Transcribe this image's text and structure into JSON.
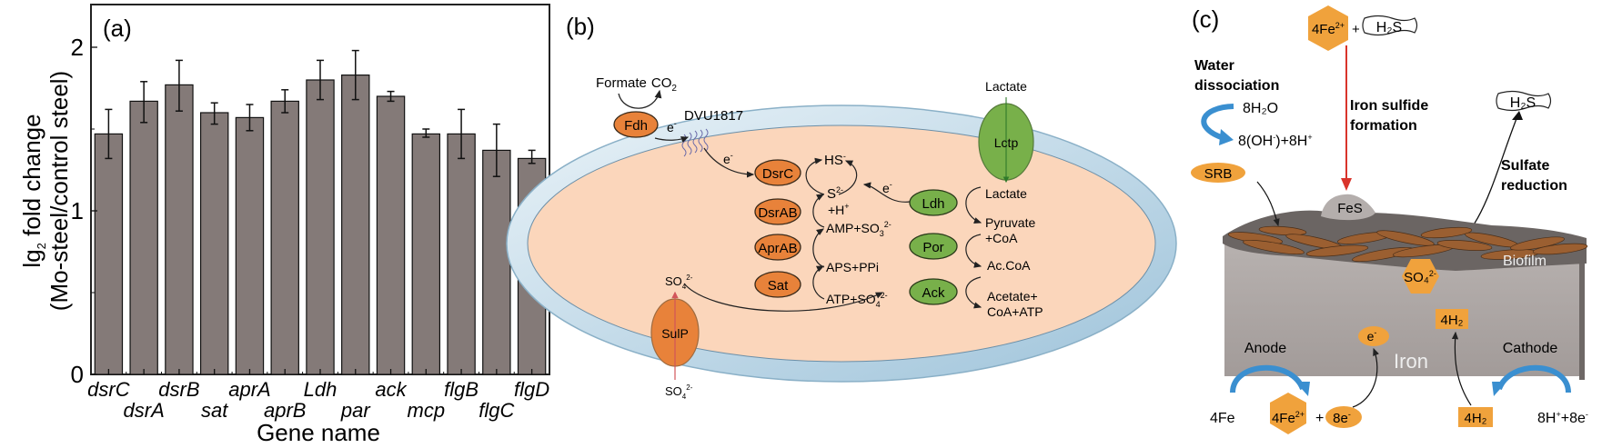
{
  "panels": {
    "a_label": "(a)",
    "b_label": "(b)",
    "c_label": "(c)"
  },
  "chart_data": {
    "type": "bar",
    "title": "",
    "xlabel": "Gene name",
    "ylabel_line1": "lg",
    "ylabel_sub": "2",
    "ylabel_line1_rest": " fold change",
    "ylabel_line2": "(Mo-steel/control steel)",
    "ylim": [
      0,
      2.25
    ],
    "yticks": [
      0,
      1,
      2
    ],
    "ytick_labels": [
      "0",
      "1",
      "2"
    ],
    "minor_yticks": [
      0.5,
      1.5
    ],
    "grid": false,
    "legend": "none",
    "bar_color": "#847a78",
    "categories": [
      "dsrC",
      "dsrA",
      "dsrB",
      "sat",
      "aprA",
      "aprB",
      "Ldh",
      "par",
      "ack",
      "mcp",
      "flgB",
      "flgC",
      "flgD"
    ],
    "values": [
      1.47,
      1.67,
      1.77,
      1.6,
      1.57,
      1.67,
      1.8,
      1.83,
      1.7,
      1.47,
      1.47,
      1.37,
      1.32
    ],
    "error_upper": [
      1.62,
      1.79,
      1.92,
      1.66,
      1.65,
      1.74,
      1.92,
      1.98,
      1.73,
      1.5,
      1.62,
      1.53,
      1.37
    ],
    "error_lower": [
      1.32,
      1.54,
      1.61,
      1.53,
      1.49,
      1.6,
      1.68,
      1.68,
      1.67,
      1.45,
      1.32,
      1.21,
      1.29
    ]
  },
  "diagram_b": {
    "formate": "Formate",
    "co2": "CO",
    "co2_sub": "2",
    "fdh": "Fdh",
    "electron": "e",
    "electron_sup": "-",
    "dvu": "DVU1817",
    "enzymes_orange": [
      "DsrC",
      "DsrAB",
      "AprAB",
      "Sat"
    ],
    "sulp": "SulP",
    "so4_in": "SO",
    "so4_sub": "4",
    "so4_sup": "2-",
    "hs": "HS",
    "hs_sup": "-",
    "s2": "S",
    "s2_sup": "2-",
    "h_plus": "+H",
    "h_plus_sup": "+",
    "amp_so3": "AMP+SO",
    "so3_sub": "3",
    "so3_sup": "2-",
    "aps_ppi": "APS+PPi",
    "atp_so4": "ATP+SO",
    "lactate_out": "Lactate",
    "lctp": "Lctp",
    "lactate_in": "Lactate",
    "enzymes_green": [
      "Ldh",
      "Por",
      "Ack"
    ],
    "pyruvate": "Pyruvate",
    "coa": "+CoA",
    "accoa": "Ac.CoA",
    "acetate": "Acetate+",
    "coa_atp": "CoA+ATP",
    "colors": {
      "orange": "#e8823a",
      "green": "#78b04a",
      "cytoplasm": "#fbd6bb",
      "membrane": "#b9d6e6"
    }
  },
  "diagram_c": {
    "fe2_top": "4Fe",
    "fe2_sup": "2+",
    "plus": "+",
    "h2s_top": "H₂S",
    "water_title_1": "Water",
    "water_title_2": "dissociation",
    "h2o": "8H₂O",
    "oh_h": "8(OH",
    "oh_sup": "-",
    "oh_rest": ")+8H",
    "h_sup": "+",
    "iron_sulfide_1": "Iron sulfide",
    "iron_sulfide_2": "formation",
    "h2s_right": "H₂S",
    "sulfate_1": "Sulfate",
    "sulfate_2": "reduction",
    "srb": "SRB",
    "fes": "FeS",
    "biofilm": "Biofilm",
    "so4": "SO₄",
    "so4_sup": "2-",
    "h2_inner": "4H₂",
    "e_inner": "e",
    "e_sup": "-",
    "iron": "Iron",
    "anode": "Anode",
    "cathode": "Cathode",
    "fe_left": "4Fe",
    "fe2_bottom": "4Fe",
    "fe2_bottom_sup": "2+",
    "e8": "8e",
    "e8_sup": "-",
    "h2_bottom": "4H₂",
    "h_e": "8H",
    "h_e_sup": "+",
    "h_e_rest": "+8e",
    "h_e_sup2": "-",
    "colors": {
      "hex": "#f0a23c",
      "arrow_red": "#d9342b",
      "arrow_blue": "#3a8fd0",
      "metal": "#aaa4a2",
      "biofilm": "#6b6563",
      "bacteria": "#9b5f31"
    }
  }
}
